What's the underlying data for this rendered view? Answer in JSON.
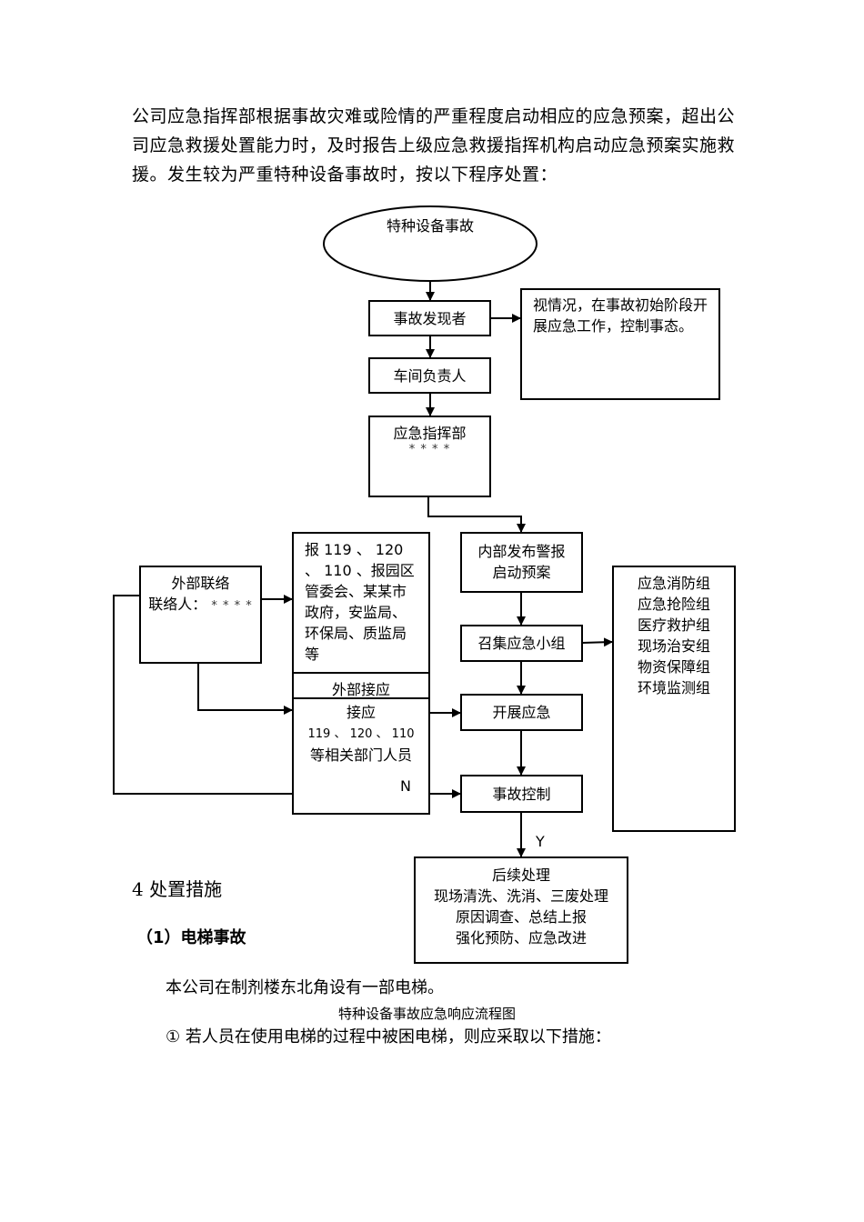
{
  "intro_paragraph": "公司应急指挥部根据事故灾难或险情的严重程度启动相应的应急预案，超出公司应急救援处置能力时，及时报告上级应急救援指挥机构启动应急预案实施救援。发生较为严重特种设备事故时，按以下程序处置：",
  "flowchart": {
    "caption": "特种设备事故应急响应流程图",
    "start": "特种设备事故",
    "discoverer": "事故发现者",
    "discoverer_note": "视情况，在事故初始阶段开展应急工作，控制事态。",
    "workshop_head": "车间负责人",
    "command": {
      "title": "应急指挥部",
      "contact": "* * * *"
    },
    "external_liaison": {
      "title": "外部联络",
      "contact_label": "联络人：",
      "contact": "* * * *"
    },
    "report_box": "报 119 、 120 、 110 、报园区管委会、某某市政府，安监局、环保局、质监局等",
    "external_receive": {
      "title": "外部接应",
      "sub": "接应",
      "numbers": "119 、 120 、 110",
      "people": "等相关部门人员"
    },
    "internal_alarm": [
      "内部发布警报",
      "启动预案"
    ],
    "convene": "召集应急小组",
    "groups": [
      "应急消防组",
      "应急抢险组",
      "医疗救护组",
      "现场治安组",
      "物资保障组",
      "环境监测组"
    ],
    "launch": "开展应急",
    "control": "事故控制",
    "no_label": "N",
    "yes_label": "Y",
    "followup": [
      "后续处理",
      "现场清洗、洗消、三废处理",
      "原因调查、总结上报",
      "强化预防、应急改进"
    ]
  },
  "section_heading": "4 处置措施",
  "subsection_heading": "（1）电梯事故",
  "body_line": "本公司在制剂楼东北角设有一部电梯。",
  "measure_line": "① 若人员在使用电梯的过程中被困电梯，则应采取以下措施："
}
